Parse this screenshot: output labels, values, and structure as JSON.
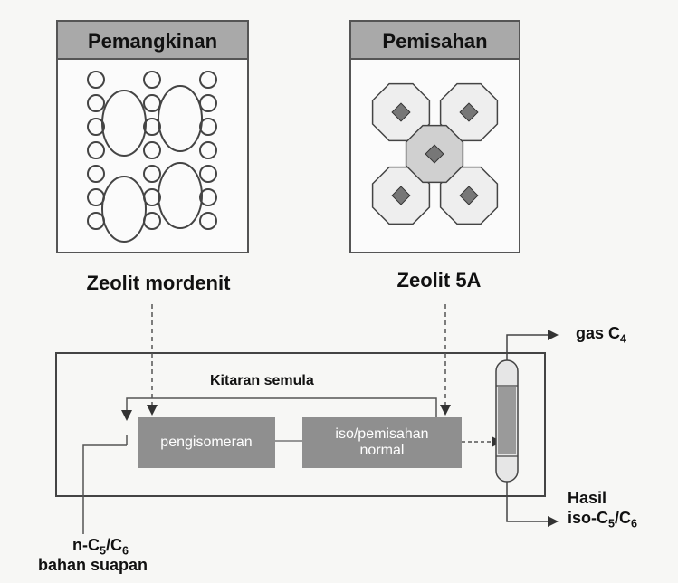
{
  "panels": {
    "left_title": "Pemangkinan",
    "right_title": "Pemisahan",
    "left_caption": "Zeolit mordenit",
    "right_caption": "Zeolit 5A"
  },
  "process": {
    "recycle_label": "Kitaran semula",
    "isomerization": "pengisomeran",
    "separation_line1": "iso/pemisahan",
    "separation_line2": "normal"
  },
  "streams": {
    "gas_prefix": "gas C",
    "gas_sub": "4",
    "product_title": "Hasil",
    "product_prefix": "iso-C",
    "product_sub1": "5",
    "product_mid": "/C",
    "product_sub2": "6",
    "feed_prefix": "n-C",
    "feed_sub1": "5",
    "feed_mid": "/C",
    "feed_sub2": "6",
    "feed_line2": "bahan suapan"
  },
  "colors": {
    "process_box": "#8f8f8f",
    "panel_header": "#a9a9a9",
    "outline": "#555555"
  }
}
